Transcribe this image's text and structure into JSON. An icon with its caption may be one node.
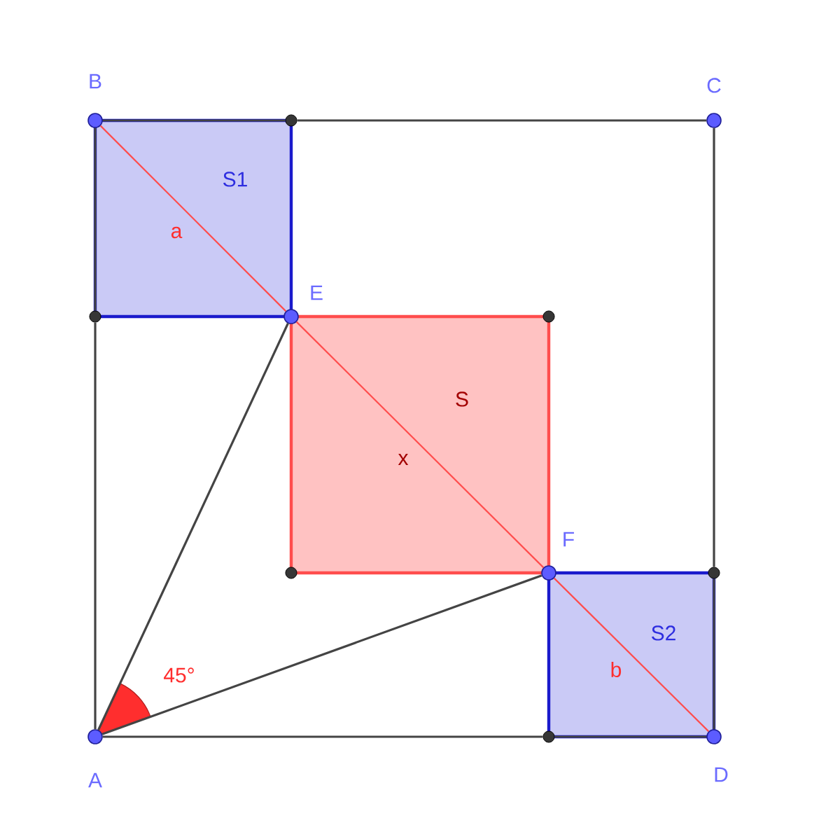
{
  "diagram": {
    "nodes": [
      {
        "text": [
          "B"
        ]
      },
      {
        "text": [
          "C"
        ]
      },
      {
        "text": [
          "E"
        ]
      },
      {
        "text": [
          "F"
        ]
      },
      {
        "text": [
          "A"
        ]
      },
      {
        "text": [
          "D"
        ]
      },
      {
        "text": [],
        "shape": "circle"
      },
      {
        "text": [],
        "shape": "circle"
      },
      {
        "text": [],
        "shape": "circle"
      },
      {
        "text": [],
        "shape": "circle"
      },
      {
        "text": [],
        "shape": "circle"
      },
      {
        "text": [],
        "shape": "circle"
      }
    ],
    "edges": [
      {
        "from": 0,
        "to": 6,
        "arrow": "none"
      },
      {
        "from": 6,
        "to": 1,
        "arrow": "none"
      },
      {
        "from": 1,
        "to": 10,
        "arrow": "none"
      },
      {
        "from": 10,
        "to": 5,
        "arrow": "none"
      },
      {
        "from": 5,
        "to": 11,
        "arrow": "none"
      },
      {
        "from": 11,
        "to": 4,
        "arrow": "none"
      },
      {
        "from": 4,
        "to": 7,
        "arrow": "none"
      },
      {
        "from": 7,
        "to": 0,
        "arrow": "none"
      },
      {
        "from": 4,
        "to": 2,
        "arrow": "none"
      },
      {
        "from": 4,
        "to": 3,
        "arrow": "none"
      },
      {
        "from": 0,
        "to": 2,
        "arrow": "none",
        "label": "a",
        "color": "#ff4d4d"
      },
      {
        "from": 2,
        "to": 3,
        "arrow": "none",
        "label": "x",
        "color": "#ff4d4d"
      },
      {
        "from": 3,
        "to": 5,
        "arrow": "none",
        "label": "b",
        "color": "#ff4d4d"
      }
    ],
    "labels": [
      "S1",
      "S",
      "S2",
      "45°"
    ]
  }
}
